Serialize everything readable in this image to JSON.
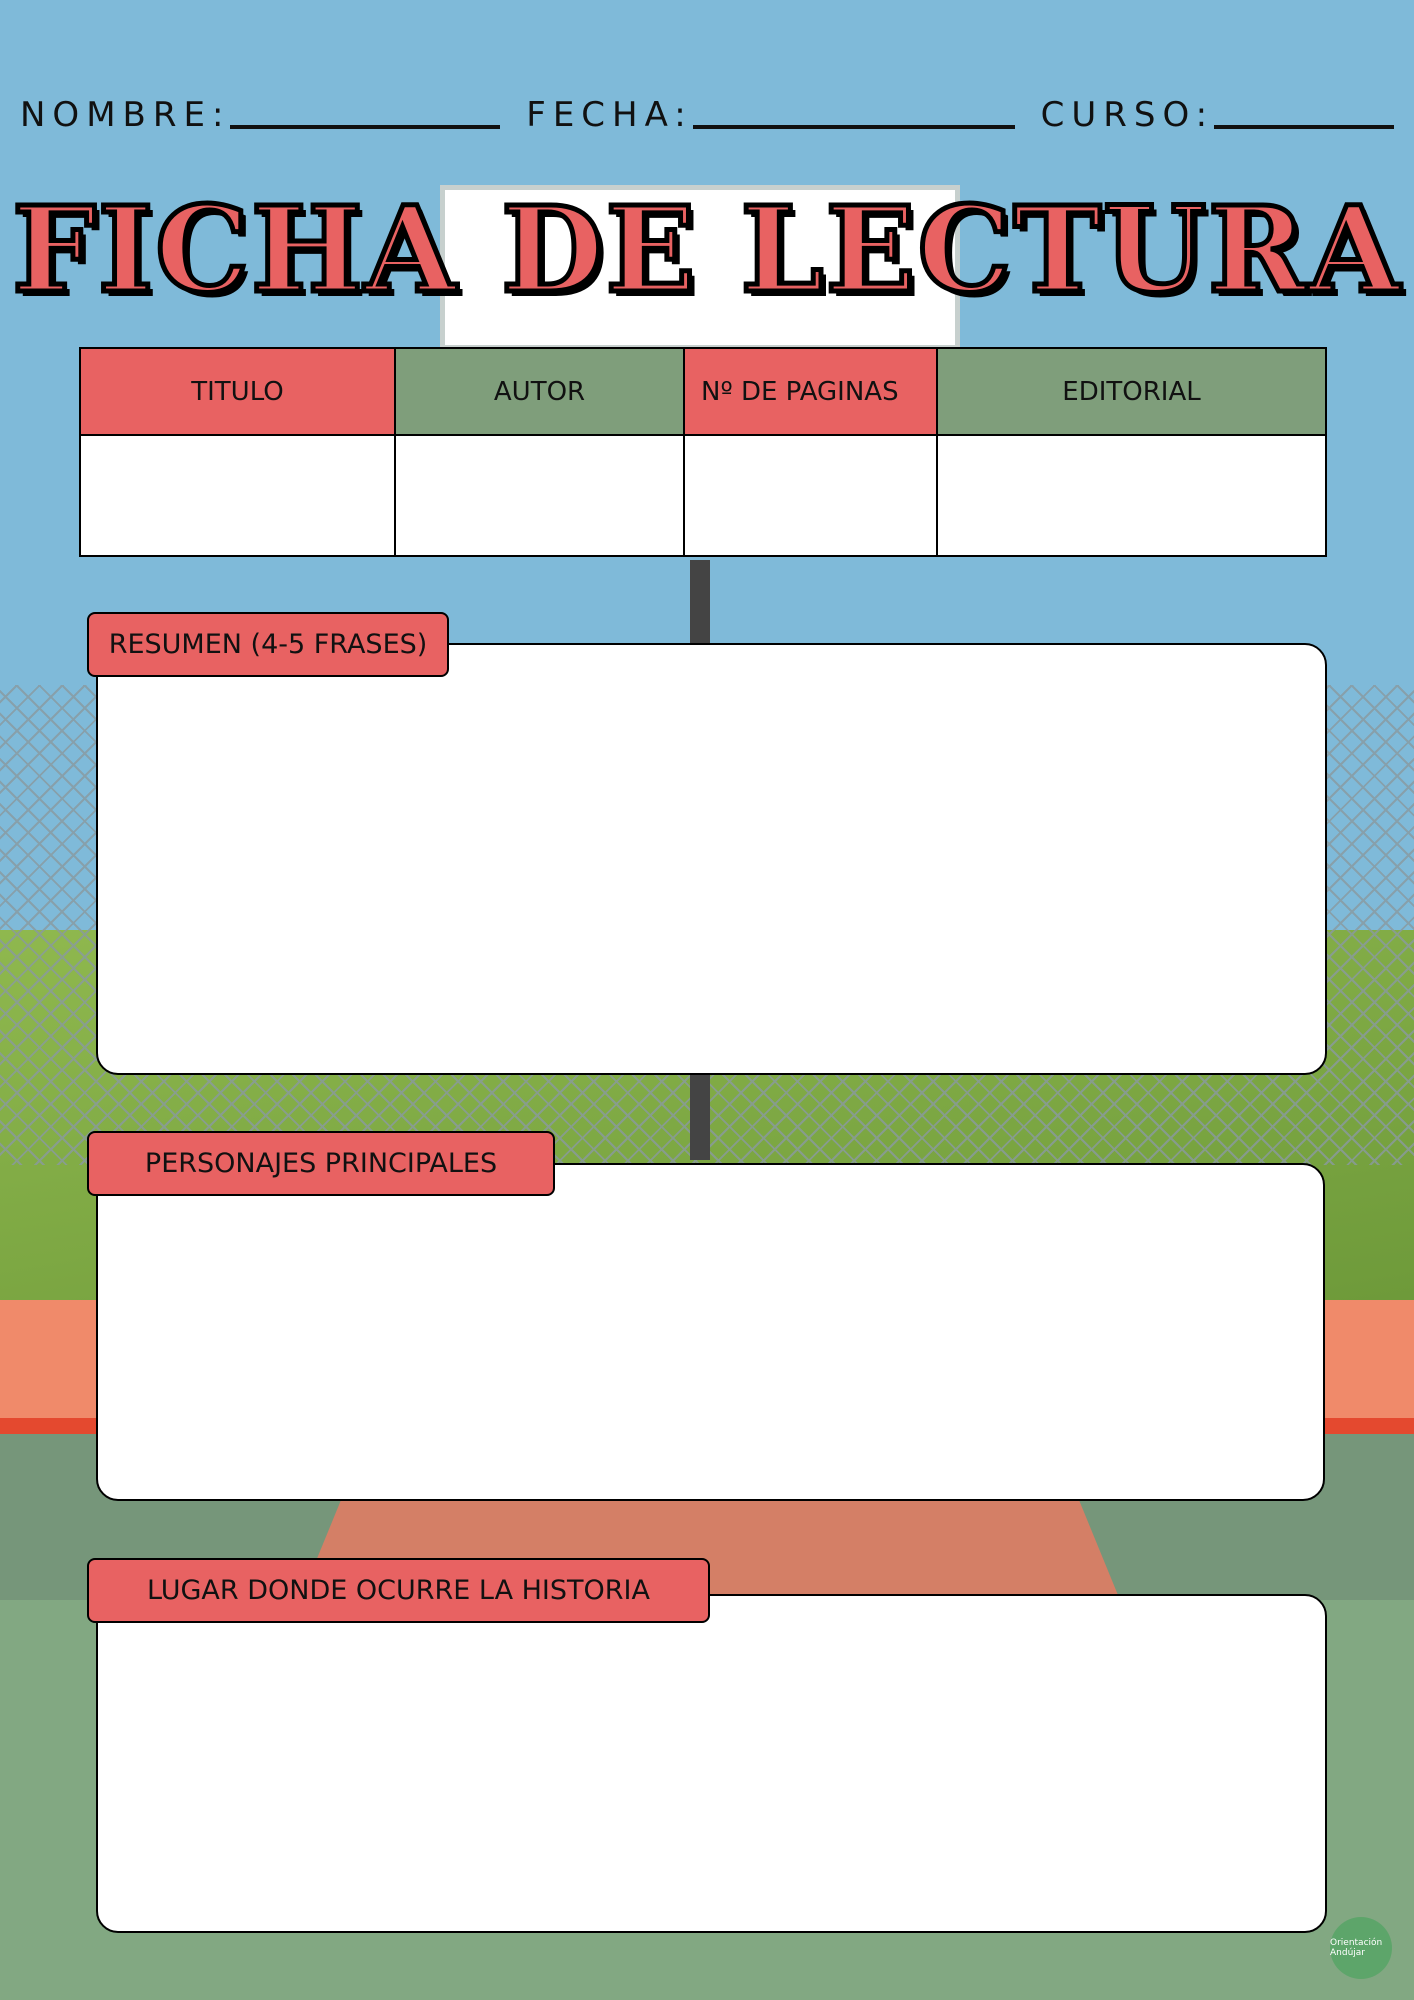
{
  "header": {
    "name_label": "NOMBRE:",
    "date_label": "FECHA:",
    "course_label": "CURSO:"
  },
  "title": "Ficha de Lectura",
  "table": {
    "headers": [
      "TITULO",
      "AUTOR",
      "Nº DE PAGINAS",
      "EDITORIAL"
    ]
  },
  "sections": [
    {
      "label": "RESUMEN (4-5 FRASES)"
    },
    {
      "label": "PERSONAJES PRINCIPALES"
    },
    {
      "label": "LUGAR DONDE OCURRE LA HISTORIA"
    }
  ],
  "logo": {
    "text": "Orientación Andújar"
  },
  "colors": {
    "accent_red": "#e86262",
    "accent_green": "#7f9e7b",
    "sky": "#7fbad9"
  }
}
